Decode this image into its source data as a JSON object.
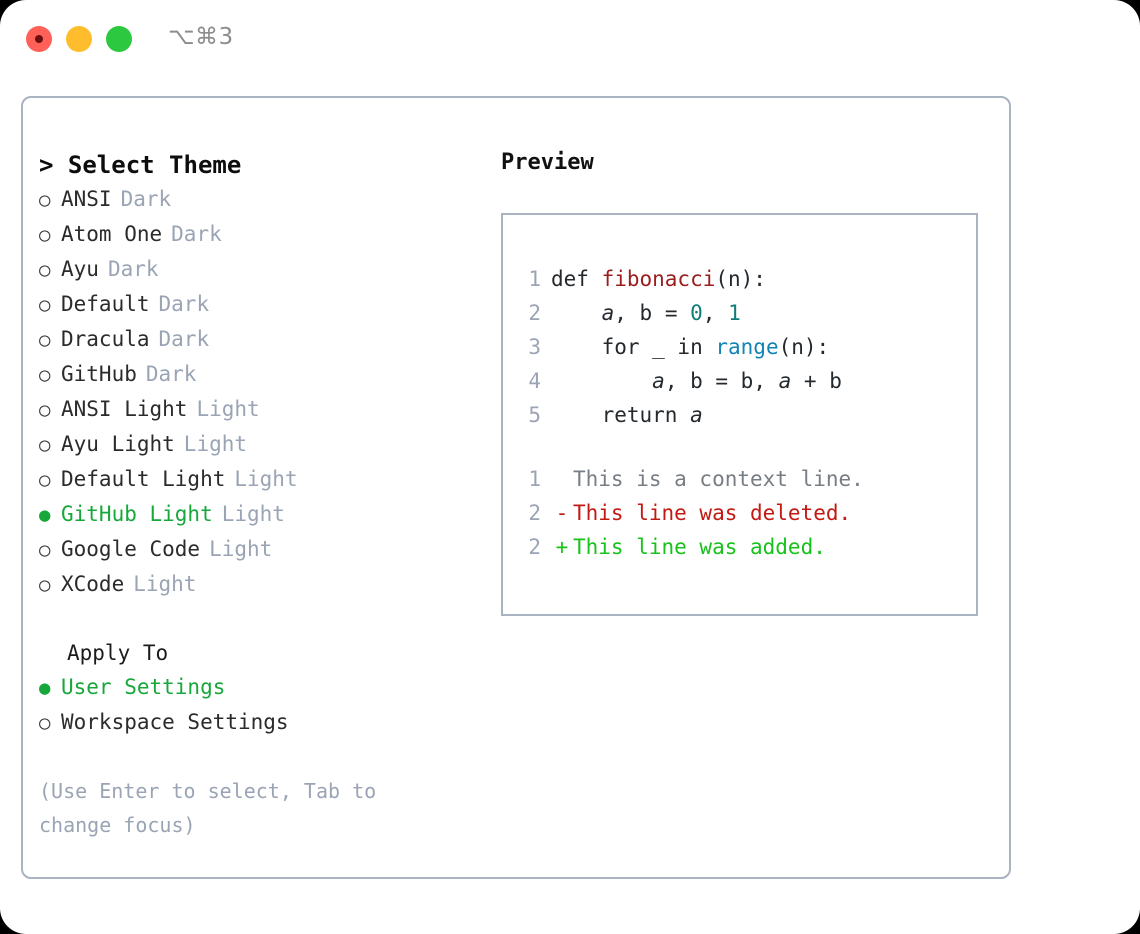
{
  "window": {
    "shortcut_label": "⌥⌘3",
    "traffic_lights": [
      "close",
      "minimize",
      "maximize"
    ]
  },
  "theme_picker": {
    "header": "> Select Theme",
    "options": [
      {
        "bullet": "○",
        "label": "ANSI",
        "badge": "Dark",
        "selected": false
      },
      {
        "bullet": "○",
        "label": "Atom One",
        "badge": "Dark",
        "selected": false
      },
      {
        "bullet": "○",
        "label": "Ayu",
        "badge": "Dark",
        "selected": false
      },
      {
        "bullet": "○",
        "label": "Default",
        "badge": "Dark",
        "selected": false
      },
      {
        "bullet": "○",
        "label": "Dracula",
        "badge": "Dark",
        "selected": false
      },
      {
        "bullet": "○",
        "label": "GitHub",
        "badge": "Dark",
        "selected": false
      },
      {
        "bullet": "○",
        "label": "ANSI Light",
        "badge": "Light",
        "selected": false
      },
      {
        "bullet": "○",
        "label": "Ayu Light",
        "badge": "Light",
        "selected": false
      },
      {
        "bullet": "○",
        "label": "Default Light",
        "badge": "Light",
        "selected": false
      },
      {
        "bullet": "●",
        "label": "GitHub Light",
        "badge": "Light",
        "selected": true
      },
      {
        "bullet": "○",
        "label": "Google Code",
        "badge": "Light",
        "selected": false
      },
      {
        "bullet": "○",
        "label": "XCode",
        "badge": "Light",
        "selected": false
      }
    ]
  },
  "apply_to": {
    "header": "Apply To",
    "options": [
      {
        "bullet": "●",
        "label": "User Settings",
        "selected": true
      },
      {
        "bullet": "○",
        "label": "Workspace Settings",
        "selected": false
      }
    ]
  },
  "hint": "(Use Enter to select, Tab to change focus)",
  "preview": {
    "header": "Preview",
    "code_lines": [
      {
        "number": "1",
        "tokens": [
          {
            "text": "def ",
            "kind": "plain"
          },
          {
            "text": "fibonacci",
            "kind": "func"
          },
          {
            "text": "(n):",
            "kind": "plain"
          }
        ]
      },
      {
        "number": "2",
        "tokens": [
          {
            "text": "    ",
            "kind": "plain"
          },
          {
            "text": "a",
            "kind": "var"
          },
          {
            "text": ", ",
            "kind": "plain"
          },
          {
            "text": "b",
            "kind": "plain"
          },
          {
            "text": " = ",
            "kind": "plain"
          },
          {
            "text": "0",
            "kind": "num"
          },
          {
            "text": ", ",
            "kind": "plain"
          },
          {
            "text": "1",
            "kind": "num"
          }
        ]
      },
      {
        "number": "3",
        "tokens": [
          {
            "text": "    for _ in ",
            "kind": "plain"
          },
          {
            "text": "range",
            "kind": "builtin"
          },
          {
            "text": "(n):",
            "kind": "plain"
          }
        ]
      },
      {
        "number": "4",
        "tokens": [
          {
            "text": "        ",
            "kind": "plain"
          },
          {
            "text": "a",
            "kind": "var"
          },
          {
            "text": ", b = b, ",
            "kind": "plain"
          },
          {
            "text": "a",
            "kind": "var"
          },
          {
            "text": " + b",
            "kind": "plain"
          }
        ]
      },
      {
        "number": "5",
        "tokens": [
          {
            "text": "    return ",
            "kind": "plain"
          },
          {
            "text": "a",
            "kind": "var"
          }
        ]
      }
    ],
    "diff_lines": [
      {
        "number": "1",
        "sign": " ",
        "text": "This is a context line.",
        "kind": "context"
      },
      {
        "number": "2",
        "sign": "-",
        "text": "This line was deleted.",
        "kind": "deleted"
      },
      {
        "number": "2",
        "sign": "+",
        "text": "This line was added.",
        "kind": "added"
      }
    ]
  },
  "colors": {
    "accent_green": "#17a83b",
    "badge_gray": "#9aa4b4",
    "border": "#a9b3c2",
    "diff_add": "#17c21a",
    "diff_del": "#c21a13",
    "func_red": "#9b1d1d",
    "num_teal": "#0f7d78",
    "builtin_blue": "#1184b5"
  }
}
